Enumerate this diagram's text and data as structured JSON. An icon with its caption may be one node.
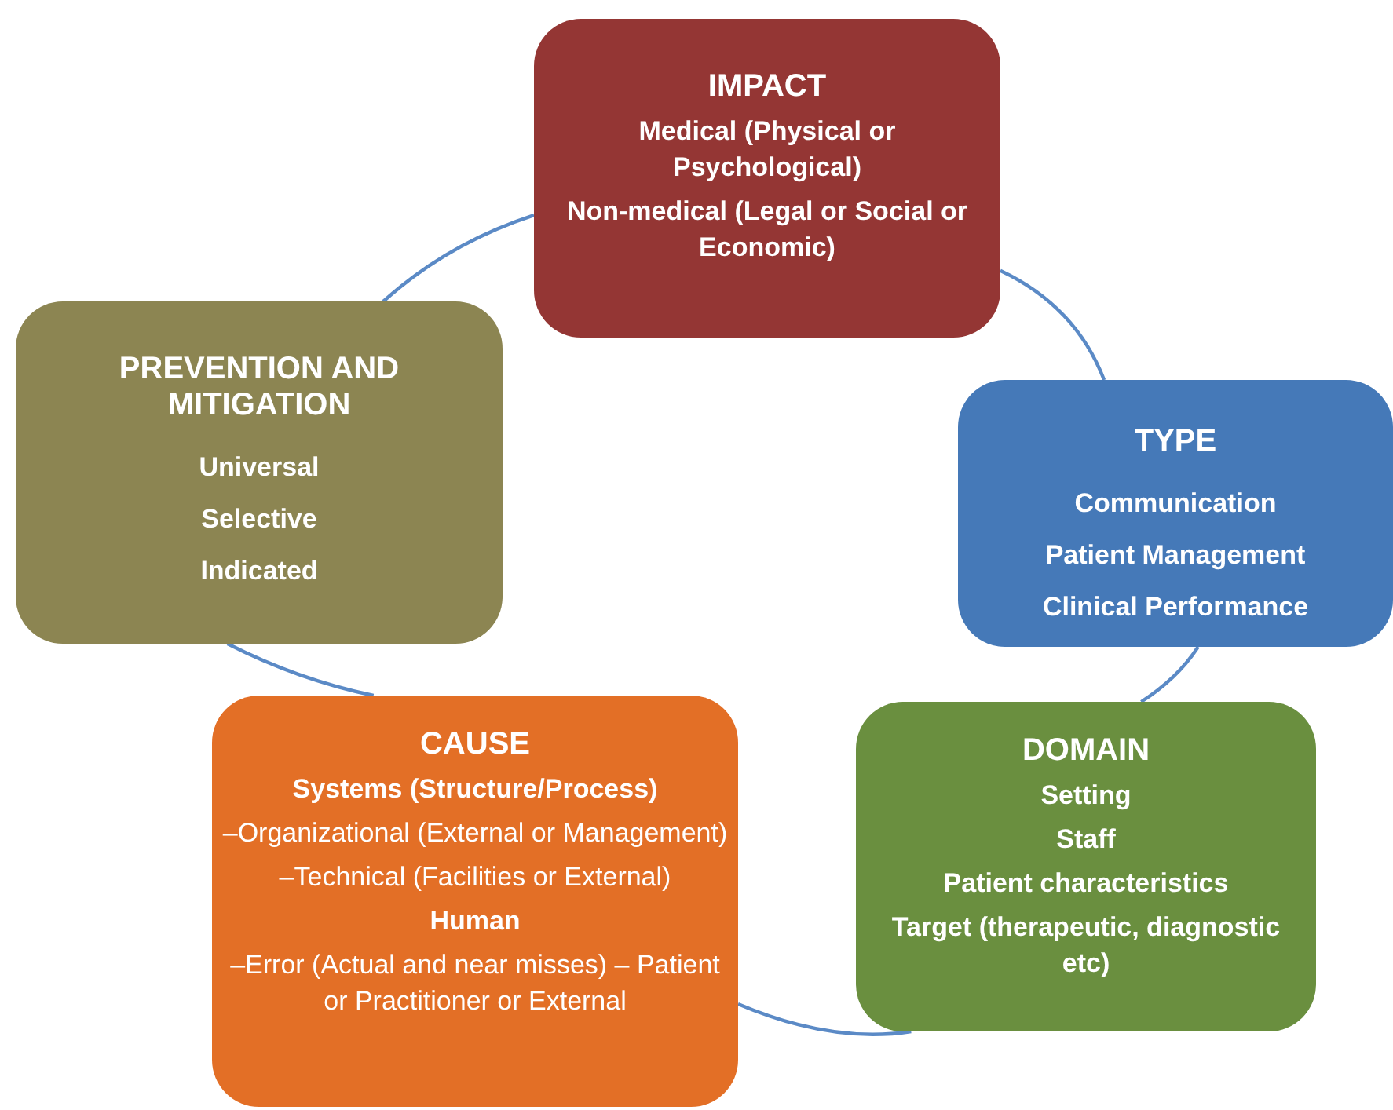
{
  "diagram": {
    "nodes": [
      {
        "text": [
          "IMPACT",
          "Medical (Physical or Psychological)",
          "Non-medical (Legal or Social or Economic)"
        ]
      },
      {
        "text": [
          "TYPE",
          "Communication",
          "Patient Management",
          "Clinical Performance"
        ]
      },
      {
        "text": [
          "DOMAIN",
          "Setting",
          "Staff",
          "Patient characteristics",
          "Target (therapeutic, diagnostic etc)"
        ]
      },
      {
        "text": [
          "CAUSE",
          "Systems (Structure/Process)",
          "–Organizational (External or Management)",
          "–Technical (Facilities or External)",
          "Human",
          "–Error (Actual and near misses) – Patient or Practitioner or External"
        ]
      },
      {
        "text": [
          "PREVENTION AND MITIGATION",
          "Universal",
          "Selective",
          "Indicated"
        ]
      }
    ],
    "edges": [
      {
        "from": 0,
        "to": 1,
        "arrow": "none"
      },
      {
        "from": 1,
        "to": 2,
        "arrow": "none"
      },
      {
        "from": 2,
        "to": 3,
        "arrow": "none"
      },
      {
        "from": 3,
        "to": 4,
        "arrow": "none"
      },
      {
        "from": 4,
        "to": 0,
        "arrow": "none"
      }
    ]
  }
}
